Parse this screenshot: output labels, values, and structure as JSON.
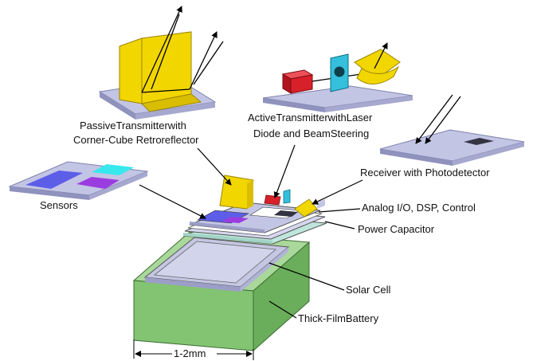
{
  "labels": {
    "passive_line1": "PassiveTransmitterwith",
    "passive_line2": "Corner-Cube Retroreflector",
    "active_line1": "ActiveTransmitterwithLaser",
    "active_line2": "Diode and BeamSteering",
    "receiver": "Receiver with Photodetector",
    "sensors": "Sensors",
    "analog": "Analog I/O, DSP, Control",
    "power": "Power Capacitor",
    "solar": "Solar Cell",
    "battery": "Thick-FilmBattery",
    "dimension": "1-2mm"
  },
  "colors": {
    "platform": "#c3c5e4",
    "platform_edge": "#7f82ad",
    "mirror": "#f2d600",
    "laser": "#d8202a",
    "lens": "#34c0dc",
    "sensor_blue": "#5d5ee8",
    "sensor_cyan": "#38e8ec",
    "sensor_purple": "#9b3ce0",
    "battery_top": "#a9d89a",
    "battery_front": "#82c472",
    "solar": "#c4c6e2",
    "capacitor": "#bfe6dc"
  }
}
